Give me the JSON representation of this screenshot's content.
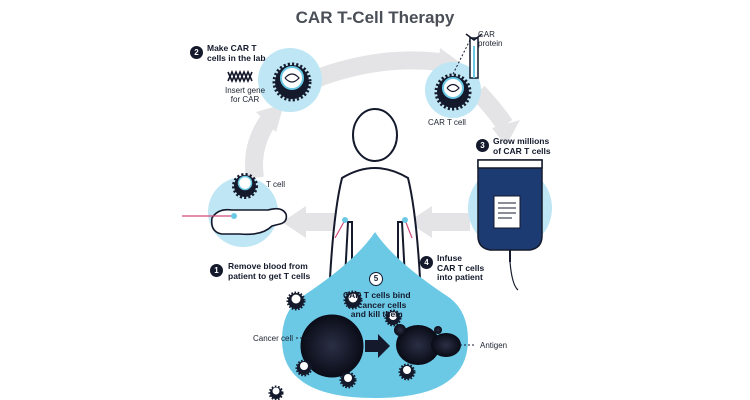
{
  "title": "CAR T-Cell Therapy",
  "labels": {
    "car_protein": "CAR\nprotein",
    "car_t_cell": "CAR T cell",
    "insert_gene": "Insert gene\nfor CAR",
    "t_cell": "T cell",
    "cancer_cell": "Cancer cell",
    "antigen": "Antigen"
  },
  "steps": [
    {
      "number": "1",
      "text": "Remove blood from\npatient to get T cells"
    },
    {
      "number": "2",
      "text": "Make CAR T\ncells in the lab"
    },
    {
      "number": "3",
      "text": "Grow millions\nof CAR T cells"
    },
    {
      "number": "4",
      "text": "Infuse\nCAR T cells\ninto patient"
    },
    {
      "number": "5",
      "text": "CAR T cells bind\nto cancer cells\nand kill them"
    }
  ],
  "colors": {
    "light_blue": "#bfe6f4",
    "mid_blue": "#6cc9e6",
    "dark_navy": "#141a2c",
    "arrow_gray": "#e4e4e6"
  }
}
